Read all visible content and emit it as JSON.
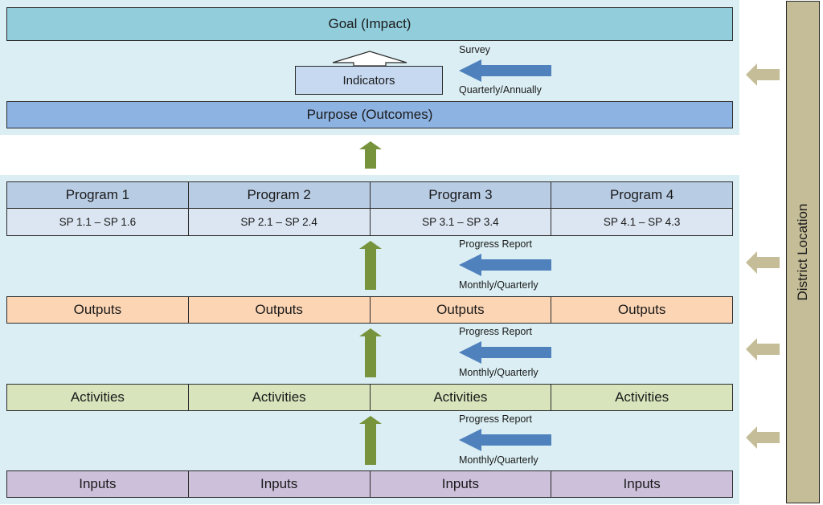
{
  "goal": {
    "label": "Goal (Impact)"
  },
  "indicators": {
    "label": "Indicators"
  },
  "purpose": {
    "label": "Purpose (Outcomes)"
  },
  "survey_note": {
    "top": "Survey",
    "bottom": "Quarterly/Annually"
  },
  "programs": [
    {
      "name": "Program 1",
      "sub": "SP 1.1 – SP 1.6"
    },
    {
      "name": "Program 2",
      "sub": "SP 2.1 – SP 2.4"
    },
    {
      "name": "Program 3",
      "sub": "SP 3.1 – SP 3.4"
    },
    {
      "name": "Program 4",
      "sub": "SP 4.1 – SP 4.3"
    }
  ],
  "outputs": [
    "Outputs",
    "Outputs",
    "Outputs",
    "Outputs"
  ],
  "activities": [
    "Activities",
    "Activities",
    "Activities",
    "Activities"
  ],
  "inputs": [
    "Inputs",
    "Inputs",
    "Inputs",
    "Inputs"
  ],
  "report_notes": [
    {
      "top": "Progress Report",
      "bottom": "Monthly/Quarterly"
    },
    {
      "top": "Progress Report",
      "bottom": "Monthly/Quarterly"
    },
    {
      "top": "Progress Report",
      "bottom": "Monthly/Quarterly"
    }
  ],
  "district": {
    "label": "District Location"
  },
  "colors": {
    "goal": "#92cddc",
    "purpose": "#8db3e2",
    "indicators": "#c6d9f1",
    "program_header": "#b8cce4",
    "program_sub": "#dce6f2",
    "outputs": "#fcd5b4",
    "activities": "#d7e4bc",
    "inputs": "#ccc0da",
    "panel": "#daeef3",
    "up_arrow": "#77933c",
    "blue_arrow": "#4f81bd",
    "tan_arrow": "#c4bd97"
  }
}
